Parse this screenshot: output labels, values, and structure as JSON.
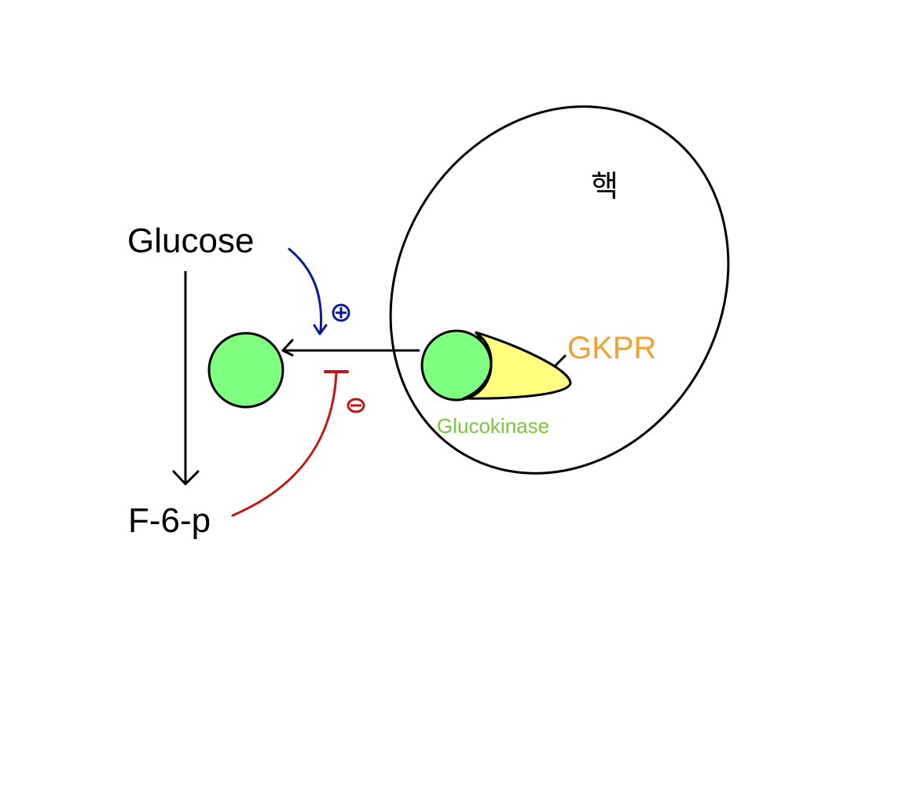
{
  "labels": {
    "glucose": "Glucose",
    "f6p": "F-6-p",
    "nucleus": "핵",
    "gkpr": "GKPR",
    "glucokinase": "Glucokinase"
  },
  "signs": {
    "activation": "plus",
    "inhibition": "minus"
  },
  "colors": {
    "ink": "#000000",
    "enzyme_fill": "#7fff7f",
    "regulator_fill": "#ffff7f",
    "gkpr_text": "#f0a030",
    "glucokinase_text": "#7cc43c",
    "activation": "#0a1aa0",
    "inhibition": "#c41414"
  }
}
